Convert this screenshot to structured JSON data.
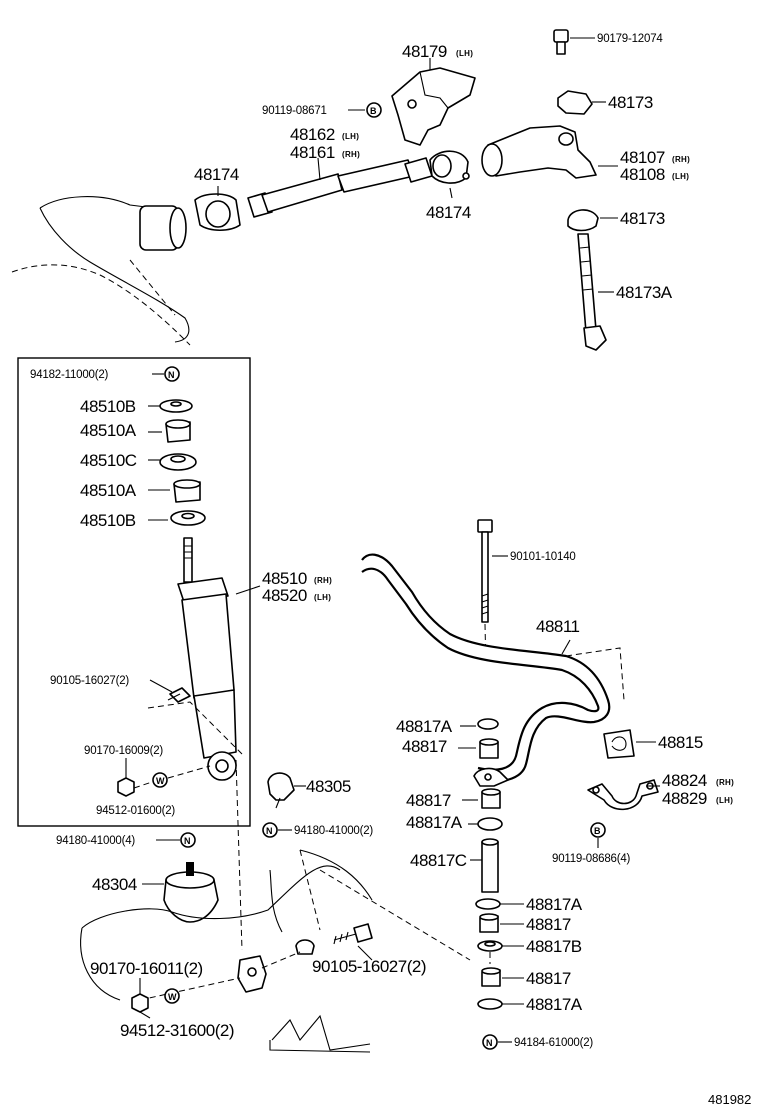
{
  "diagram_ref": "481982",
  "labels": {
    "p90179": "90179-12074",
    "p48179": "48179",
    "p48179_side": "(LH)",
    "p48173_top": "48173",
    "p90119_08671": "90119-08671",
    "p48162": "48162",
    "p48162_side": "(LH)",
    "p48161": "48161",
    "p48161_side": "(RH)",
    "p48107": "48107",
    "p48107_side": "(RH)",
    "p48108": "48108",
    "p48108_side": "(LH)",
    "p48174_left": "48174",
    "p48174_mid": "48174",
    "p48173_mid": "48173",
    "p48173A": "48173A",
    "p94182": "94182-11000(2)",
    "p48510B_1": "48510B",
    "p48510A_1": "48510A",
    "p48510C": "48510C",
    "p48510A_2": "48510A",
    "p48510B_2": "48510B",
    "p48510": "48510",
    "p48510_side": "(RH)",
    "p48520": "48520",
    "p48520_side": "(LH)",
    "p90105_16027_box": "90105-16027(2)",
    "p90170_16009": "90170-16009(2)",
    "p94512_01600": "94512-01600(2)",
    "p48305": "48305",
    "p94180_41000_4": "94180-41000(4)",
    "p94180_41000_2": "94180-41000(2)",
    "p48304": "48304",
    "p90170_16011": "90170-16011(2)",
    "p90105_16027_low": "90105-16027(2)",
    "p94512_31600": "94512-31600(2)",
    "p90101": "90101-10140",
    "p48811": "48811",
    "p48817A_1": "48817A",
    "p48817_1": "48817",
    "p48815": "48815",
    "p48824": "48824",
    "p48824_side": "(RH)",
    "p48829": "48829",
    "p48829_side": "(LH)",
    "p48817_2": "48817",
    "p48817A_2": "48817A",
    "p90119_08686": "90119-08686(4)",
    "p48817C": "48817C",
    "p48817A_3": "48817A",
    "p48817_3": "48817",
    "p48817B": "48817B",
    "p48817_4": "48817",
    "p48817A_4": "48817A",
    "p94184": "94184-61000(2)"
  },
  "symbols": {
    "bolt_b": "B",
    "nut_n": "N",
    "washer_w": "W"
  },
  "icons": [
    "bolt-icon",
    "nut-icon",
    "washer-icon",
    "shock-absorber-icon",
    "stabilizer-bar-icon",
    "torsion-bar-icon"
  ]
}
